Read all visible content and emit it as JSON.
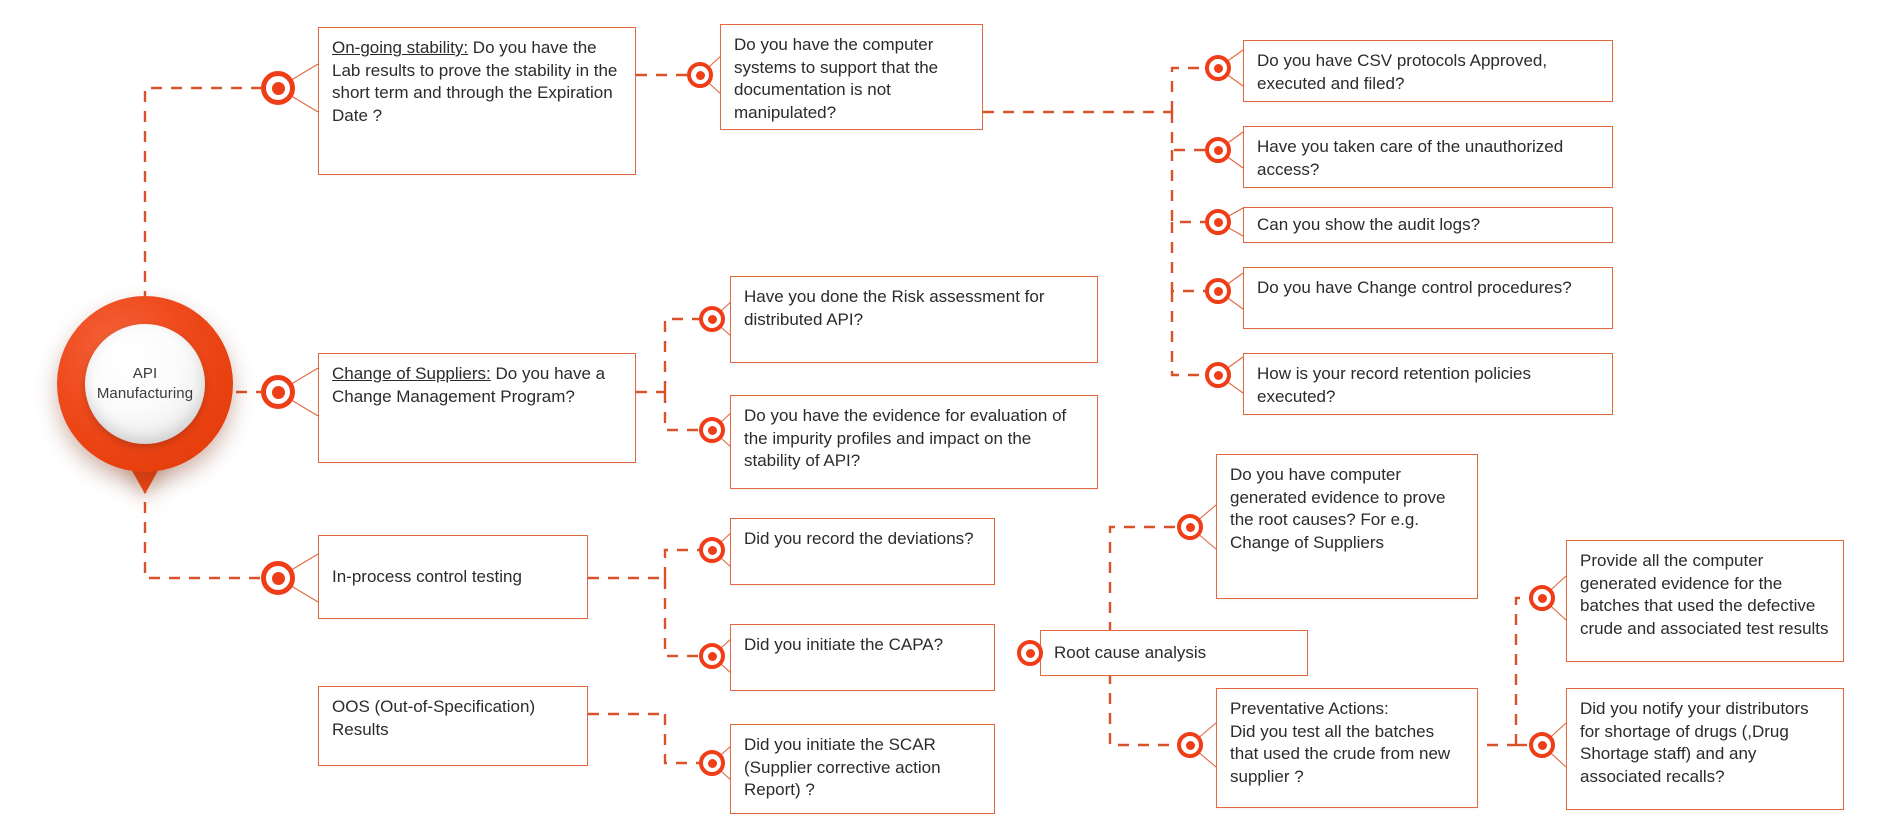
{
  "diagram": {
    "title": "API Manufacturing audit readiness mind map",
    "type": "mind-map",
    "colors": {
      "accent": "#ef3d17",
      "node_border": "#e2683f",
      "connector": "#d9532a",
      "text": "#2b2b2b",
      "background": "#ffffff"
    },
    "center": {
      "line1": "API",
      "line2": "Manufacturing"
    },
    "branches": [
      {
        "id": "ongoing-stability",
        "label_prefix": "On-going stability:",
        "label_rest": " Do you have the Lab results to prove the stability in the short term and through the Expiration Date ?",
        "children": [
          {
            "id": "computer-systems",
            "label": "Do you have the computer systems to support that the documentation is not manipulated?",
            "children": [
              {
                "id": "csv-protocols",
                "label": "Do you have CSV protocols Approved, executed and filed?"
              },
              {
                "id": "unauthorized-access",
                "label": "Have you taken care of the unauthorized access?"
              },
              {
                "id": "audit-logs",
                "label": "Can you show the audit logs?"
              },
              {
                "id": "change-control",
                "label": "Do you have Change control procedures?"
              },
              {
                "id": "record-retention",
                "label": "How is your record retention policies executed?"
              }
            ]
          }
        ]
      },
      {
        "id": "change-of-suppliers",
        "label_prefix": "Change of Suppliers:",
        "label_rest": " Do you have a Change Management Program?",
        "children": [
          {
            "id": "risk-assessment",
            "label": "Have you done the Risk assessment for distributed API?"
          },
          {
            "id": "impurity-profiles",
            "label": "Do you have the evidence for evaluation of the impurity profiles and impact on the stability of API?"
          }
        ]
      },
      {
        "id": "in-process-control-testing",
        "label": "In-process control testing"
      },
      {
        "id": "oos-results",
        "label": "OOS (Out-of-Specification) Results",
        "children": [
          {
            "id": "record-deviations",
            "label": "Did you record the deviations?"
          },
          {
            "id": "initiate-capa",
            "label": "Did you initiate the CAPA?"
          },
          {
            "id": "initiate-scar",
            "label": "Did you initiate the SCAR (Supplier corrective action Report) ?"
          }
        ]
      }
    ],
    "root_cause": {
      "id": "root-cause-analysis",
      "label": "Root cause analysis",
      "children": [
        {
          "id": "computer-generated-evidence",
          "label": "Do you have computer generated evidence to prove the root causes? For e.g. Change of Suppliers",
          "children": [
            {
              "id": "provide-evidence-batches",
              "label": "Provide all the computer generated evidence for the batches that used the defective crude and associated test results"
            }
          ]
        },
        {
          "id": "preventative-actions",
          "label_prefix": "Preventative Actions:",
          "label_rest": "Did you test all the batches that used the crude from new supplier ?",
          "children": [
            {
              "id": "notify-distributors",
              "label": "Did you notify your distributors for shortage of drugs (,Drug Shortage staff) and any associated recalls?"
            }
          ]
        }
      ]
    }
  }
}
